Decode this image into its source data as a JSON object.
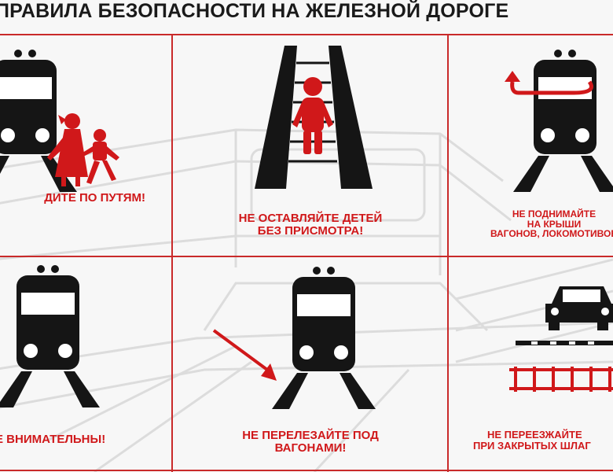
{
  "title": "ПРАВИЛА БЕЗОПАСНОСТИ НА ЖЕЛЕЗНОЙ ДОРОГЕ",
  "colors": {
    "accent": "#d0181a",
    "ink": "#151515",
    "grid": "#c92a2a",
    "background": "#f7f7f7"
  },
  "panels": [
    {
      "id": "walk-tracks",
      "icon": "train-with-children-icon",
      "lines": [
        "ДИТЕ ПО ПУТЯМ!"
      ]
    },
    {
      "id": "children",
      "icon": "child-on-rails-icon",
      "lines": [
        "НЕ ОСТАВЛЯЙТЕ ДЕТЕЙ",
        "БЕЗ ПРИСМОТРА!"
      ]
    },
    {
      "id": "roofs",
      "icon": "train-climb-roof-icon",
      "lines": [
        "НЕ ПОДНИМАЙТЕ",
        "НА КРЫШИ",
        "ВАГОНОВ, ЛОКОМОТИВОВ"
      ]
    },
    {
      "id": "attentive",
      "icon": "train-icon",
      "lines": [
        "Е ВНИМАТЕЛЬНЫ!"
      ]
    },
    {
      "id": "under-wagons",
      "icon": "train-crawl-under-icon",
      "lines": [
        "НЕ ПЕРЕЛЕЗАЙТЕ ПОД",
        "ВАГОНАМИ!"
      ]
    },
    {
      "id": "crossing",
      "icon": "car-at-closed-crossing-icon",
      "lines": [
        "НЕ ПЕРЕЕЗЖАЙТЕ",
        "ПРИ ЗАКРЫТЫХ ШЛАГ"
      ]
    }
  ]
}
